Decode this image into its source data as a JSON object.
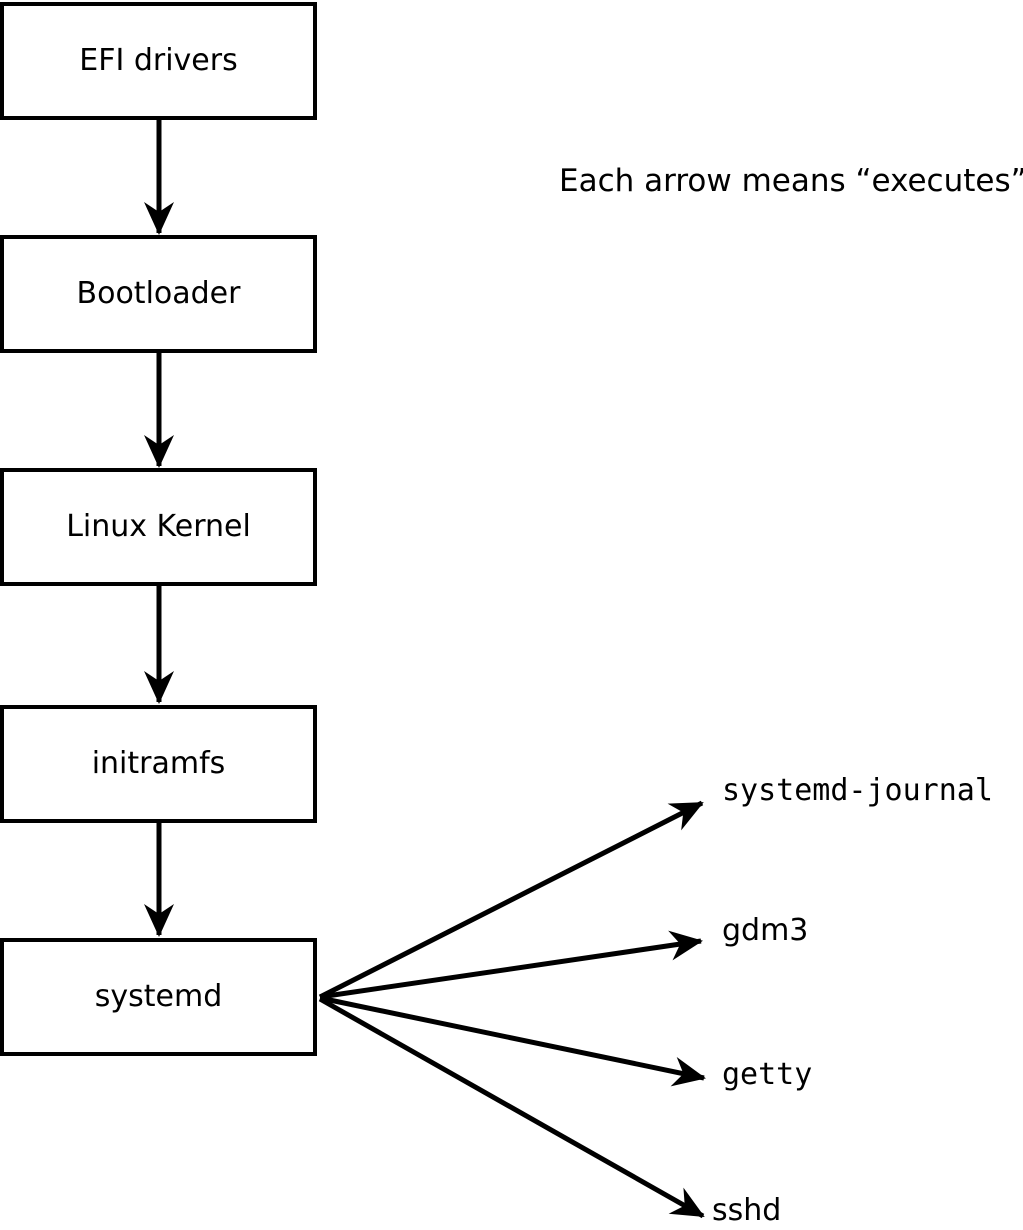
{
  "diagram": {
    "note": "Each arrow means “executes”.",
    "relation": "executes",
    "chain": [
      {
        "id": "efi-drivers",
        "label": "EFI drivers"
      },
      {
        "id": "bootloader",
        "label": "Bootloader"
      },
      {
        "id": "linux-kernel",
        "label": "Linux Kernel"
      },
      {
        "id": "initramfs",
        "label": "initramfs"
      },
      {
        "id": "systemd",
        "label": "systemd"
      }
    ],
    "children": [
      {
        "id": "systemd-journal",
        "label": "systemd-journal"
      },
      {
        "id": "gdm3",
        "label": "gdm3"
      },
      {
        "id": "getty",
        "label": "getty"
      },
      {
        "id": "sshd",
        "label": "sshd"
      }
    ],
    "edges": [
      {
        "from": "EFI drivers",
        "to": "Bootloader"
      },
      {
        "from": "Bootloader",
        "to": "Linux Kernel"
      },
      {
        "from": "Linux Kernel",
        "to": "initramfs"
      },
      {
        "from": "initramfs",
        "to": "systemd"
      },
      {
        "from": "systemd",
        "to": "systemd-journal"
      },
      {
        "from": "systemd",
        "to": "gdm3"
      },
      {
        "from": "systemd",
        "to": "getty"
      },
      {
        "from": "systemd",
        "to": "sshd"
      }
    ],
    "colors": {
      "stroke": "#000000",
      "background": "#ffffff"
    }
  }
}
